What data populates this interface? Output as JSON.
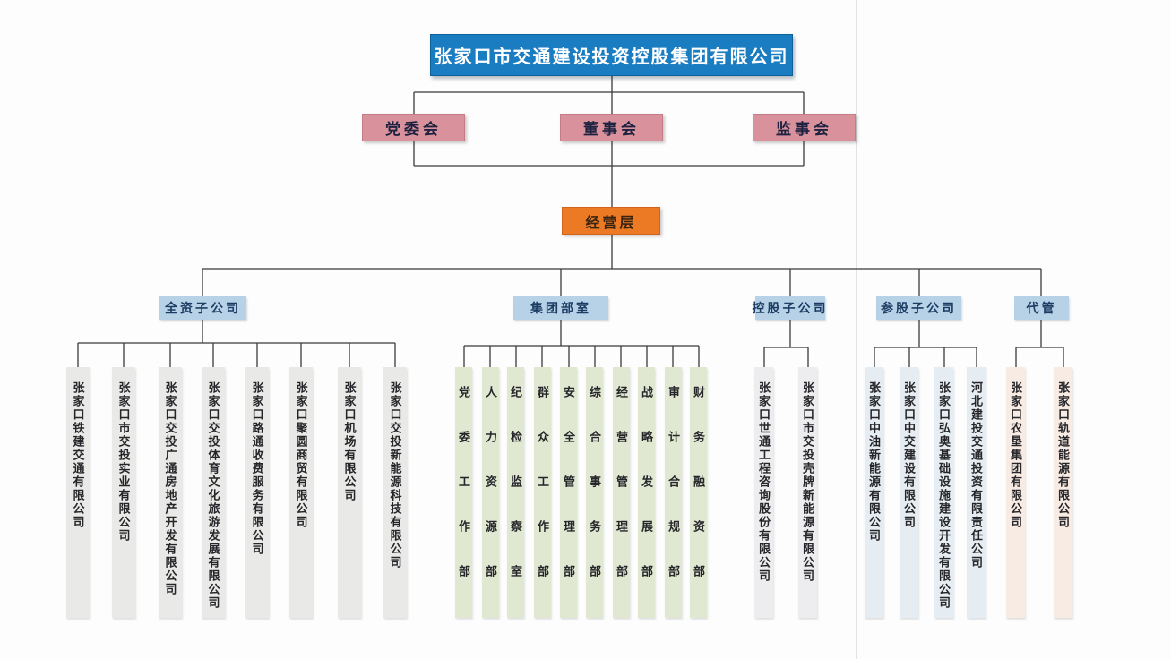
{
  "root": {
    "label": "张家口市交通建设投资控股集团有限公司"
  },
  "governance": [
    "党委会",
    "董事会",
    "监事会"
  ],
  "management": "经营层",
  "groups": [
    {
      "header": "全资子公司",
      "items": [
        "张家口铁建交通有限公司",
        "张家口市交投实业有限公司",
        "张家口交投广通房地产开发有限公司",
        "张家口交投体育文化旅游发展有限公司",
        "张家口路通收费服务有限公司",
        "张家口聚圆商贸有限公司",
        "张家口机场有限公司",
        "张家口交投新能源科技有限公司"
      ]
    },
    {
      "header": "集团部室",
      "items": [
        "党委工作部",
        "人力资源部",
        "纪检监察室",
        "群众工作部",
        "安全管理部",
        "综合事务部",
        "经营管理部",
        "战略发展部",
        "审计合规部",
        "财务融资部"
      ]
    },
    {
      "header": "控股子公司",
      "items": [
        "张家口世通工程咨询股份有限公司",
        "张家口市交投壳牌新能源有限公司"
      ]
    },
    {
      "header": "参股子公司",
      "items": [
        "张家口中油新能源有限公司",
        "张家口中交建设有限公司",
        "张家口弘奥基础设施建设开发有限公司",
        "河北建投交通投资有限责任公司"
      ]
    },
    {
      "header": "代管",
      "items": [
        "张家口农垦集团有限公司",
        "张家口轨道能源有限公司"
      ]
    }
  ],
  "colors": {
    "root_blue": "#1b7dc1",
    "governance_pink": "#d9929b",
    "management_orange": "#ec7a25",
    "group_header_blue": "#b7d2e7",
    "wholly_owned_gray": "#e9e9e7",
    "department_green": "#e0e8d2",
    "holding_gray": "#ededef",
    "equity_blue": "#e6edf2",
    "managed_peach": "#f8ebe3",
    "line_color": "#3a3a3c"
  }
}
